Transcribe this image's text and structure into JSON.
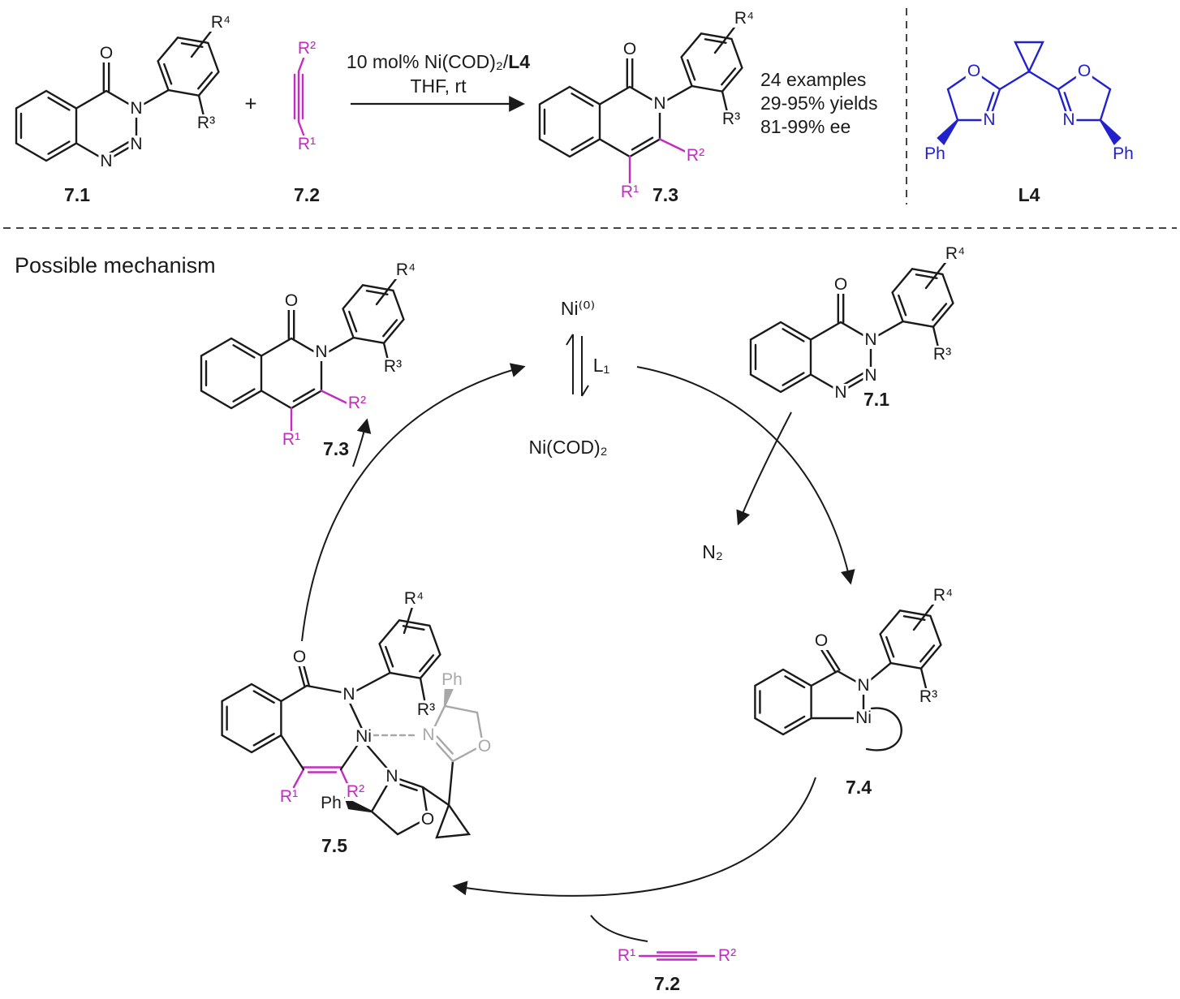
{
  "colors": {
    "magenta": "#c32bc3",
    "blue": "#2222cc",
    "gray": "#a8a8a8",
    "line": "#1a1a1a"
  },
  "atoms": {
    "O": "O",
    "N": "N",
    "Ni": "Ni",
    "Ph": "Ph",
    "R1": "R¹",
    "R2": "R²",
    "R3": "R³",
    "R4": "R⁴"
  },
  "scheme": {
    "reactant1_label": "7.1",
    "plus": "+",
    "reactant2_label": "7.2",
    "conditions_pre": "10 mol% Ni(COD)₂/",
    "conditions_ligand": "L4",
    "conditions_line2": "THF, rt",
    "product_label": "7.3",
    "results": [
      "24 examples",
      "29-95% yields",
      "81-99% ee"
    ],
    "ligand_label": "L4"
  },
  "mechanism": {
    "title": "Possible mechanism",
    "ni0": "Ni⁽⁰⁾",
    "l1": "L₁",
    "ni_cod2": "Ni(COD)₂",
    "n2": "N₂",
    "intermediate_71": "7.1",
    "intermediate_72": "7.2",
    "product_73": "7.3",
    "intermediate_74": "7.4",
    "intermediate_75": "7.5"
  }
}
